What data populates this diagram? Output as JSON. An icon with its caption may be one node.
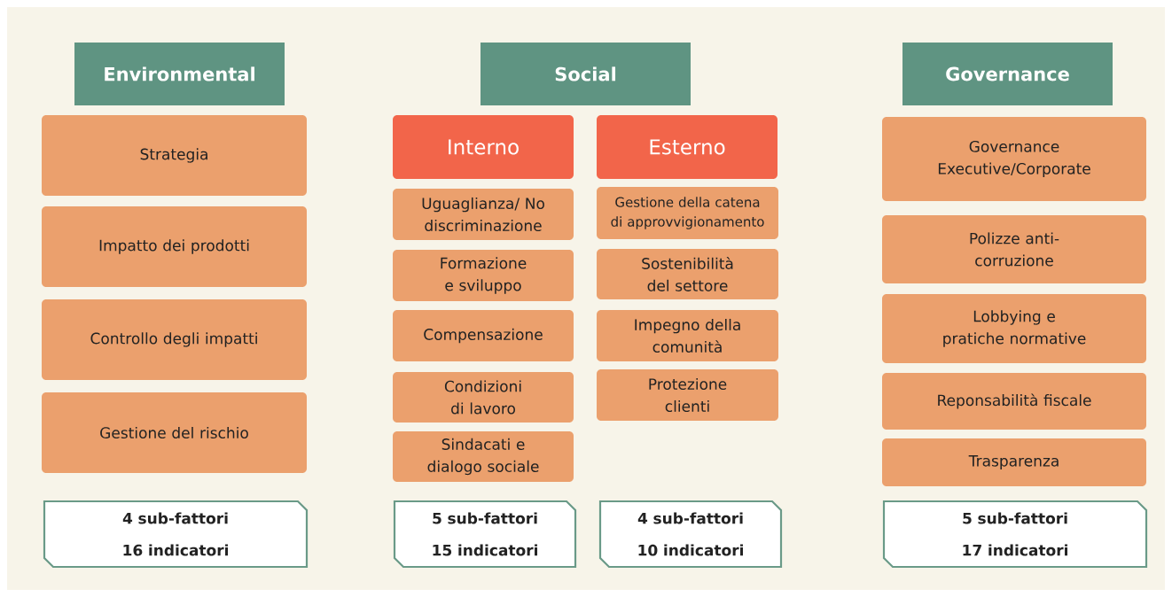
{
  "diagram": {
    "nodes": [
      {
        "text": [
          "Environmental"
        ]
      },
      {
        "text": [
          "Strategia"
        ]
      },
      {
        "text": [
          "Impatto dei prodotti"
        ]
      },
      {
        "text": [
          "Controllo degli impatti"
        ]
      },
      {
        "text": [
          "Gestione del rischio"
        ]
      },
      {
        "text": [
          "4 sub-fattori",
          "16 indicatori"
        ]
      },
      {
        "text": [
          "Social"
        ]
      },
      {
        "text": [
          "Interno"
        ]
      },
      {
        "text": [
          "Uguaglianza/ No discriminazione"
        ]
      },
      {
        "text": [
          "Formazione e sviluppo"
        ]
      },
      {
        "text": [
          "Compensazione"
        ]
      },
      {
        "text": [
          "Condizioni di lavoro"
        ]
      },
      {
        "text": [
          "Sindacati e dialogo sociale"
        ]
      },
      {
        "text": [
          "Esterno"
        ]
      },
      {
        "text": [
          "Gestione della catena di approvvigionamento"
        ]
      },
      {
        "text": [
          "Sostenibilità del settore"
        ]
      },
      {
        "text": [
          "Impegno della comunità"
        ]
      },
      {
        "text": [
          "Protezione clienti"
        ]
      },
      {
        "text": [
          "5 sub-fattori",
          "15 indicatori"
        ]
      },
      {
        "text": [
          "4 sub-fattori",
          "10 indicatori"
        ]
      },
      {
        "text": [
          "Governance"
        ]
      },
      {
        "text": [
          "Governance Executive/Corporate"
        ]
      },
      {
        "text": [
          "Polizze anti-corruzione"
        ]
      },
      {
        "text": [
          "Lobbying e pratiche normative"
        ]
      },
      {
        "text": [
          "Reponsabilità fiscale"
        ]
      },
      {
        "text": [
          "Trasparenza"
        ]
      },
      {
        "text": [
          "5 sub-fattori",
          "17 indicatori"
        ]
      }
    ]
  }
}
